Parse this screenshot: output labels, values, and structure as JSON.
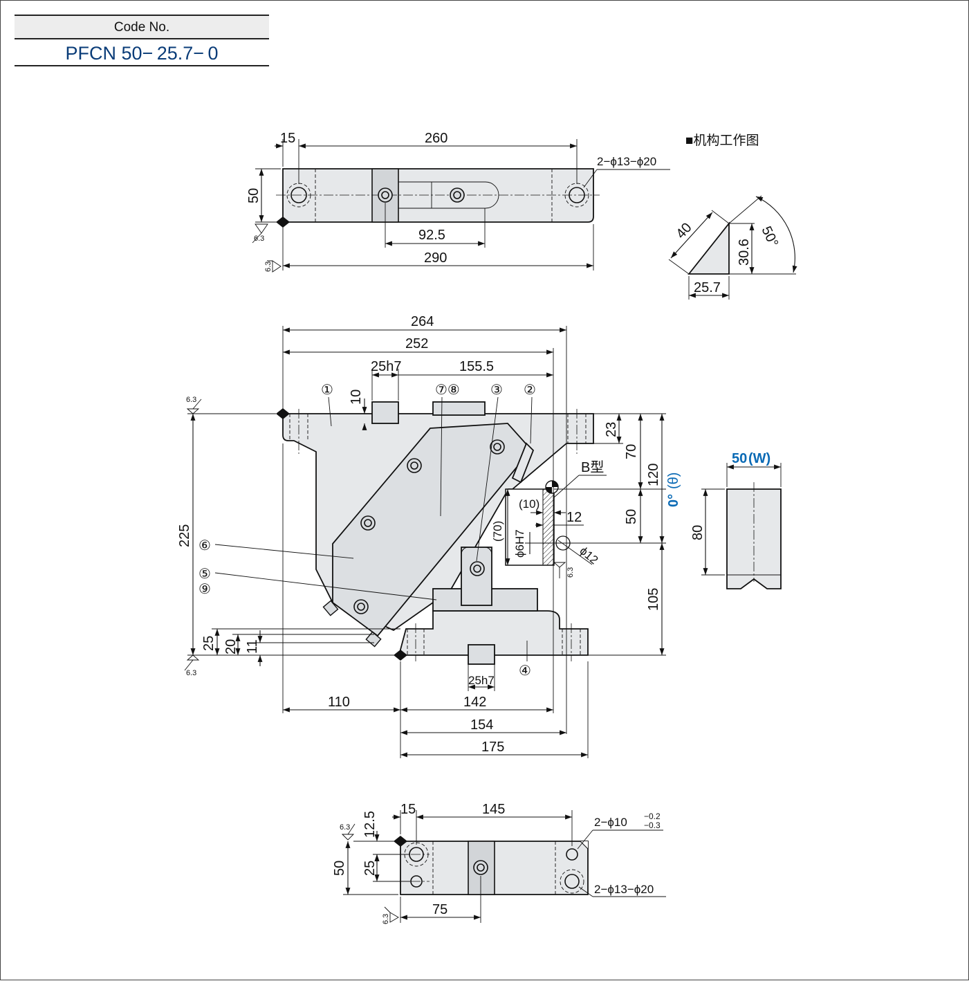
{
  "code_label": "Code No.",
  "code_value": "PFCN 50− 25.7− 0",
  "mechanism_title": "■机构工作图",
  "top_view": {
    "dim_15": "15",
    "dim_260": "260",
    "dim_50": "50",
    "dim_92_5": "92.5",
    "dim_290": "290",
    "hole_callout": "2−ϕ13−ϕ20",
    "roughness": "6.3"
  },
  "mechanism": {
    "dim_40": "40",
    "dim_30_6": "30.6",
    "dim_25_7": "25.7",
    "angle": "50°"
  },
  "front_view": {
    "dim_264": "264",
    "dim_252": "252",
    "dim_25h7_top": "25h7",
    "dim_155_5": "155.5",
    "dim_10": "10",
    "dim_23": "23",
    "dim_70": "70",
    "dim_120": "120",
    "dim_50": "50",
    "dim_105": "105",
    "dim_225": "225",
    "dim_25": "25",
    "dim_20": "20",
    "dim_11": "11",
    "dim_110": "110",
    "dim_142": "142",
    "dim_154": "154",
    "dim_175": "175",
    "dim_25h7_bottom": "25h7",
    "dim_10_paren": "(10)",
    "dim_12": "12",
    "dim_70_paren": "(70)",
    "dim_6H7": "ϕ6H7",
    "dim_phi12": "ϕ12",
    "b_type": "B型",
    "angle_zero": "0°",
    "theta": "(θ)",
    "roughness": "6.3",
    "balloons": [
      "①",
      "②",
      "③",
      "④",
      "⑤",
      "⑥",
      "⑦⑧",
      "⑨"
    ]
  },
  "side_view": {
    "width_label": "50",
    "width_symbol": "(W)",
    "dim_80": "80"
  },
  "bottom_view": {
    "dim_15": "15",
    "dim_145": "145",
    "dim_12_5": "12.5",
    "dim_50": "50",
    "dim_25": "25",
    "dim_75": "75",
    "pin_callout": "2−ϕ10",
    "tol_upper": "−0.2",
    "tol_lower": "−0.3",
    "hole_callout": "2−ϕ13−ϕ20",
    "roughness": "6.3"
  }
}
